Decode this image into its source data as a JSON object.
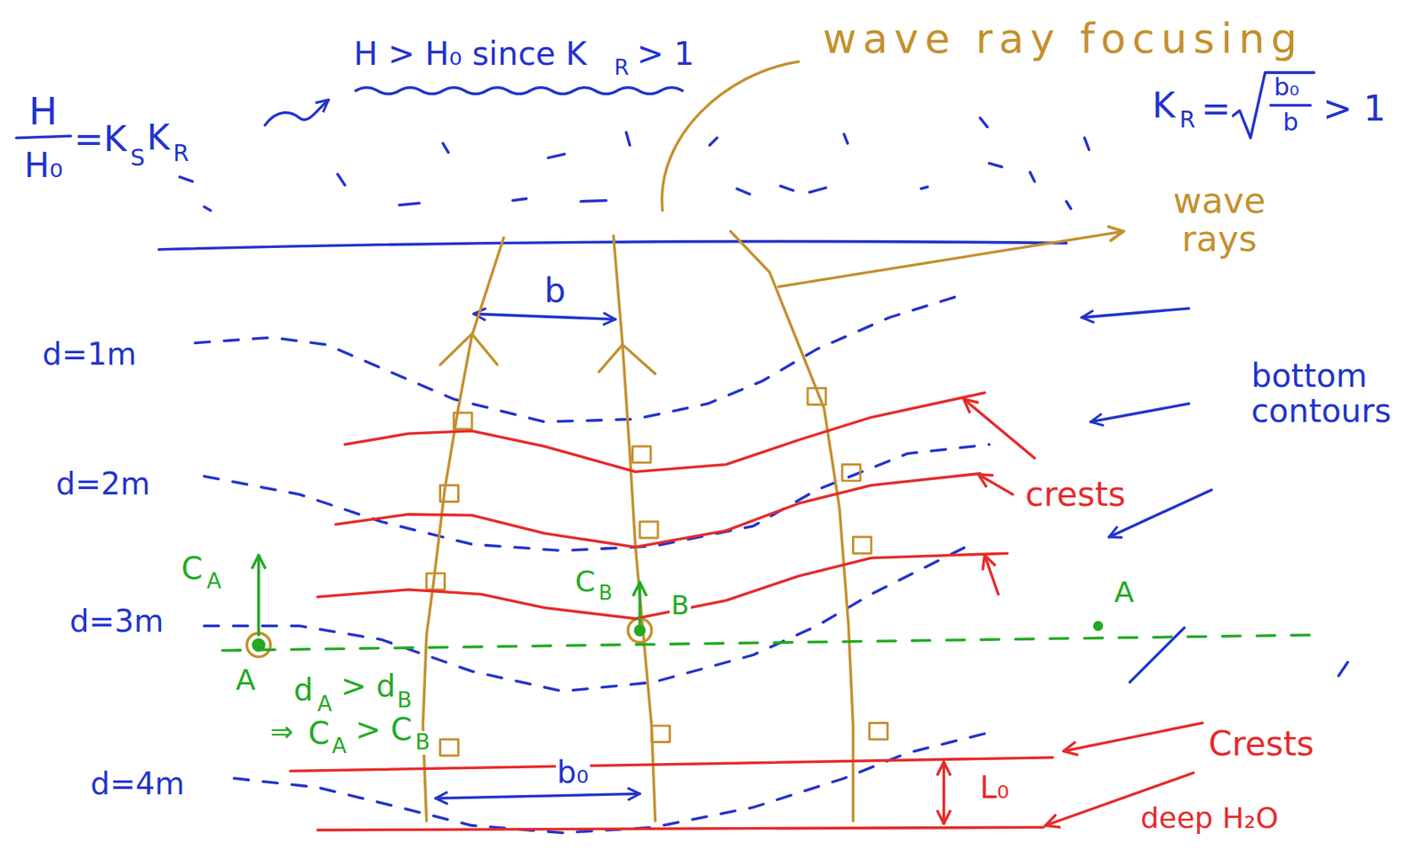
{
  "diagram": {
    "labels": [
      "H",
      "H₀",
      "=K",
      "S",
      "K",
      "R",
      "H > H₀ since K",
      "R",
      "> 1",
      "wave ray focusing",
      "K",
      "R",
      "=",
      "b₀",
      "b",
      "> 1",
      "wave rays",
      "b",
      "d=1m",
      "bottom contours",
      "d=2m",
      "crests",
      "C",
      "A",
      "C",
      "B",
      "B",
      "A",
      "d=3m",
      "A",
      "d",
      "A",
      "> d",
      "B",
      "⇒",
      "C",
      "A",
      "> C",
      "B",
      "d=4m",
      "b₀",
      "L₀",
      "Crests",
      "deep H₂O"
    ]
  }
}
